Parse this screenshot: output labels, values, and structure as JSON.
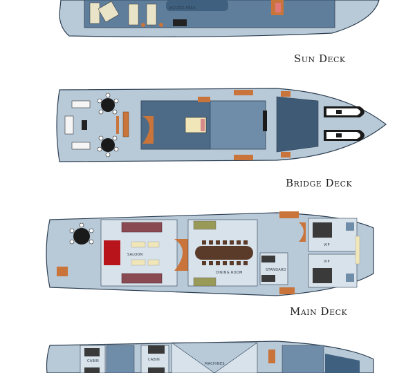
{
  "decks": {
    "sun": {
      "title": "Sun Deck",
      "area_label": "JACUZZI AREA"
    },
    "bridge": {
      "title": "Bridge Deck"
    },
    "main": {
      "title": "Main Deck",
      "labels": {
        "saloon": "SALOON",
        "dining": "DINING ROOM",
        "standard": "STANDARD",
        "vip_upper": "VIP",
        "vip_lower": "VIP"
      }
    },
    "lower": {
      "labels": {
        "cabin_1": "CABIN",
        "cabin_2": "CABIN",
        "machines": "MACHINES"
      }
    }
  },
  "colors": {
    "hull_fill": "#b8c9d8",
    "hull_stroke": "#2d3f52",
    "interior_dark": "#4d6a86",
    "interior_mid": "#6f8ca8",
    "wood": "#c9743a",
    "sofa": "#8a4a52",
    "carpet_red": "#b8141c",
    "table_brown": "#5a3a28",
    "olive": "#9a9a58",
    "bed_dark": "#3a3a3a"
  }
}
